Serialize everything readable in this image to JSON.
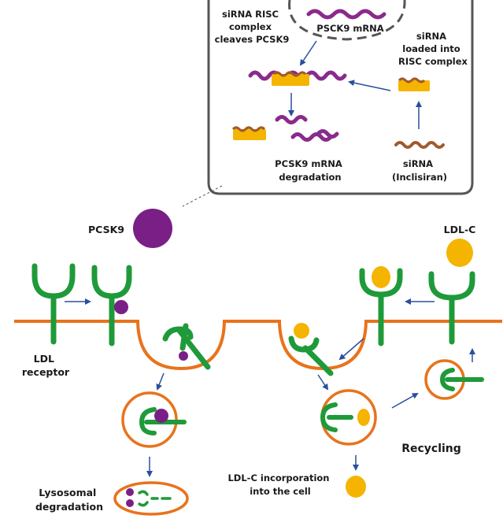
{
  "colors": {
    "membrane": "#e8731c",
    "receptor": "#1f9a3a",
    "pcsk9": "#7a1f86",
    "ldl": "#f5b400",
    "arrow": "#2a4f9c",
    "box_border": "#555555",
    "mrna": "#8a2a8c",
    "sirna": "#a05a2c"
  },
  "inset": {
    "label_cleaves": [
      "siRNA RISC",
      "complex",
      "cleaves PCSK9"
    ],
    "label_mrna": "PSCK9 mRNA",
    "label_loaded": [
      "siRNA",
      "loaded into",
      "RISC complex"
    ],
    "label_degradation": [
      "PCSK9 mRNA",
      "degradation"
    ],
    "label_sirna": [
      "siRNA",
      "(Inclisiran)"
    ]
  },
  "labels": {
    "pcsk9": "PCSK9",
    "ldlc": "LDL-C",
    "ldl_receptor": [
      "LDL",
      "receptor"
    ],
    "recycling": "Recycling",
    "lysosomal": [
      "Lysosomal",
      "degradation"
    ],
    "incorporation": [
      "LDL-C incorporation",
      "into the cell"
    ]
  }
}
